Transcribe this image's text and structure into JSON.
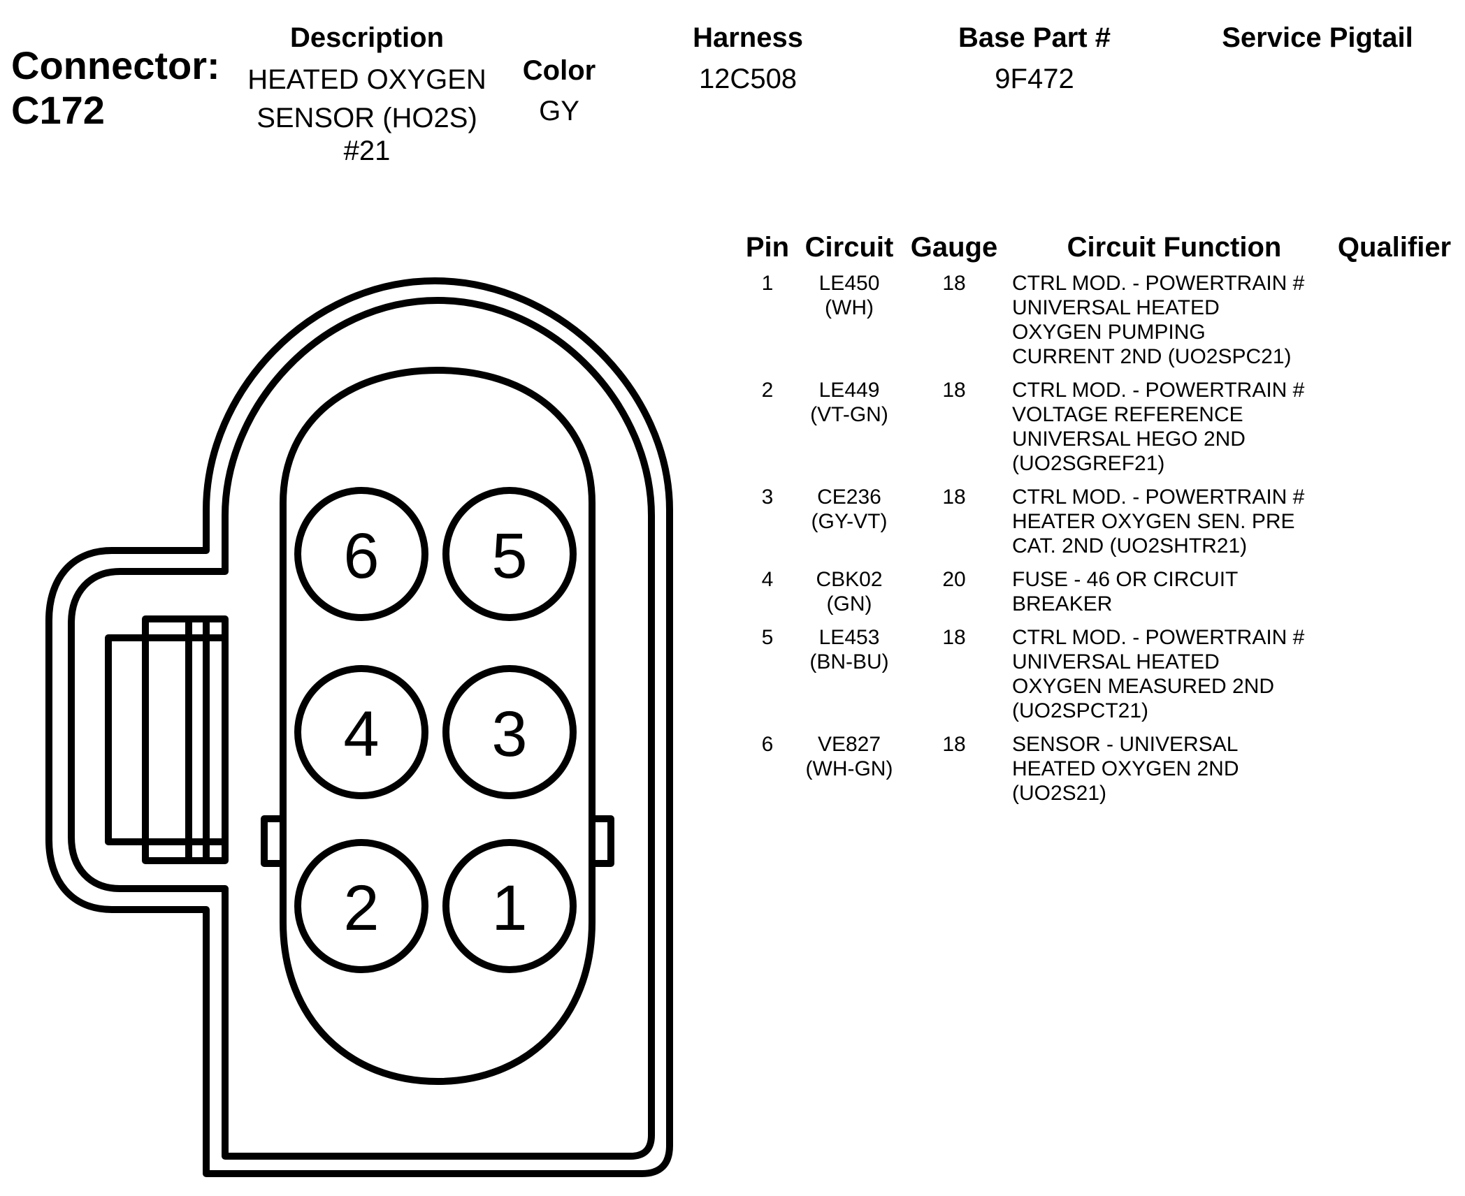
{
  "header": {
    "connector_label": "Connector:",
    "connector_id": "C172",
    "description_label": "Description",
    "description_lines": [
      "HEATED OXYGEN",
      "SENSOR (HO2S)",
      "#21"
    ],
    "color_label": "Color",
    "color_value": "GY",
    "harness_label": "Harness",
    "harness_value": "12C508",
    "base_part_label": "Base Part #",
    "base_part_value": "9F472",
    "service_pigtail_label": "Service Pigtail",
    "service_pigtail_value": ""
  },
  "table": {
    "headers": {
      "pin": "Pin",
      "circuit": "Circuit",
      "gauge": "Gauge",
      "function": "Circuit Function",
      "qualifier": "Qualifier"
    },
    "rows": [
      {
        "pin": "1",
        "circuit": "LE450",
        "wire_color": "(WH)",
        "gauge": "18",
        "function_lines": [
          "CTRL MOD. - POWERTRAIN #",
          "UNIVERSAL HEATED",
          "OXYGEN PUMPING",
          "CURRENT 2ND (UO2SPC21)"
        ],
        "qualifier": ""
      },
      {
        "pin": "2",
        "circuit": "LE449",
        "wire_color": "(VT-GN)",
        "gauge": "18",
        "function_lines": [
          "CTRL MOD. - POWERTRAIN #",
          "VOLTAGE REFERENCE",
          "UNIVERSAL HEGO 2ND",
          "(UO2SGREF21)"
        ],
        "qualifier": ""
      },
      {
        "pin": "3",
        "circuit": "CE236",
        "wire_color": "(GY-VT)",
        "gauge": "18",
        "function_lines": [
          "CTRL MOD. - POWERTRAIN #",
          "HEATER OXYGEN SEN. PRE",
          "CAT. 2ND (UO2SHTR21)"
        ],
        "qualifier": ""
      },
      {
        "pin": "4",
        "circuit": "CBK02",
        "wire_color": "(GN)",
        "gauge": "20",
        "function_lines": [
          "FUSE - 46 OR CIRCUIT",
          "BREAKER"
        ],
        "qualifier": ""
      },
      {
        "pin": "5",
        "circuit": "LE453",
        "wire_color": "(BN-BU)",
        "gauge": "18",
        "function_lines": [
          "CTRL MOD. - POWERTRAIN #",
          "UNIVERSAL HEATED",
          "OXYGEN MEASURED 2ND",
          "(UO2SPCT21)"
        ],
        "qualifier": ""
      },
      {
        "pin": "6",
        "circuit": "VE827",
        "wire_color": "(WH-GN)",
        "gauge": "18",
        "function_lines": [
          "SENSOR - UNIVERSAL",
          "HEATED OXYGEN 2ND",
          "(UO2S21)"
        ],
        "qualifier": ""
      }
    ]
  },
  "diagram": {
    "pin_labels": [
      "6",
      "5",
      "4",
      "3",
      "2",
      "1"
    ]
  }
}
